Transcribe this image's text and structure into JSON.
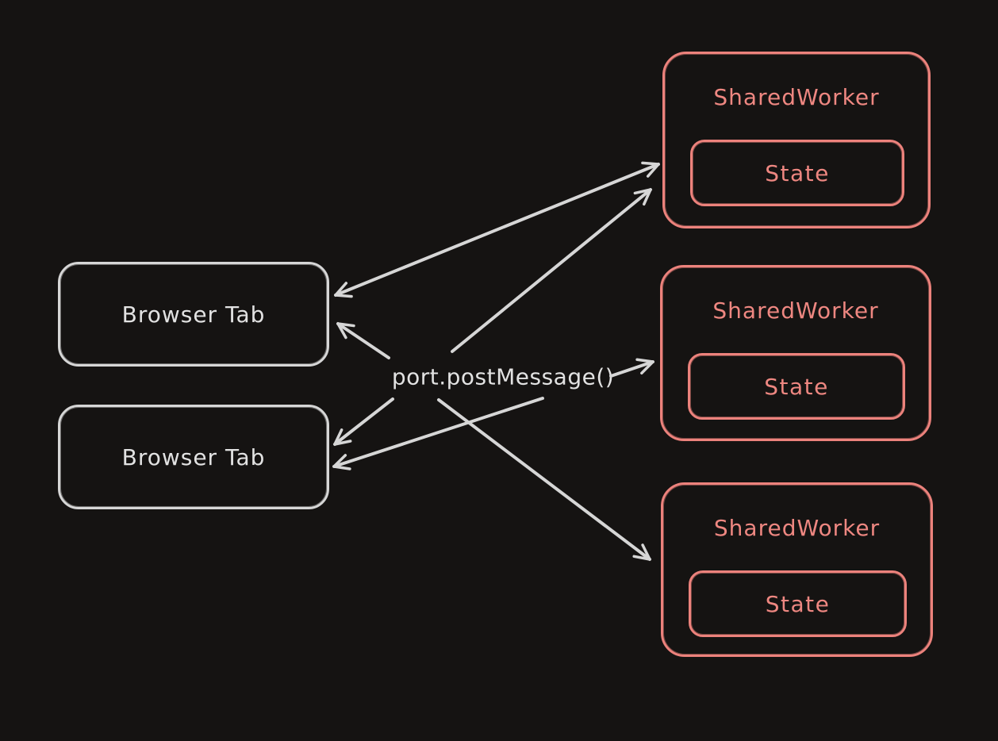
{
  "diagram": {
    "background_color": "#151312",
    "light_stroke_color": "#d6d6d6",
    "accent_stroke_color": "#ec827c",
    "center_label": "port.postMessage()",
    "browser_tabs": [
      {
        "label": "Browser Tab"
      },
      {
        "label": "Browser Tab"
      }
    ],
    "shared_workers": [
      {
        "title": "SharedWorker",
        "state": "State"
      },
      {
        "title": "SharedWorker",
        "state": "State"
      },
      {
        "title": "SharedWorker",
        "state": "State"
      }
    ]
  }
}
